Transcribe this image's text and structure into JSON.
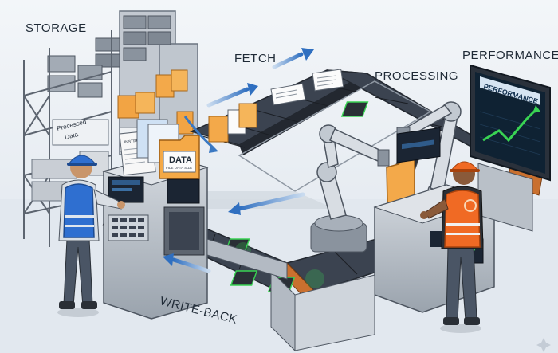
{
  "labels": {
    "storage": "STORAGE",
    "fetch": "FETCH",
    "processing": "PROCESSING",
    "performance": "PERFORMANCE",
    "write_back": "WRITE-BACK"
  },
  "rack_label": {
    "line1": "Processed",
    "line2": "Data"
  },
  "folders": {
    "data_title": "DATA",
    "data_sub": "FILE DATA SIZE",
    "instructions": "INSTRUCTIONS"
  },
  "monitor": {
    "title": "PERFORMANCE"
  },
  "colors": {
    "belt": "#3b4350",
    "accent_green": "#39d353",
    "vest_blue": "#2f6fd0",
    "vest_orange": "#f06a24",
    "arrow_blue": "#3a78c2"
  }
}
